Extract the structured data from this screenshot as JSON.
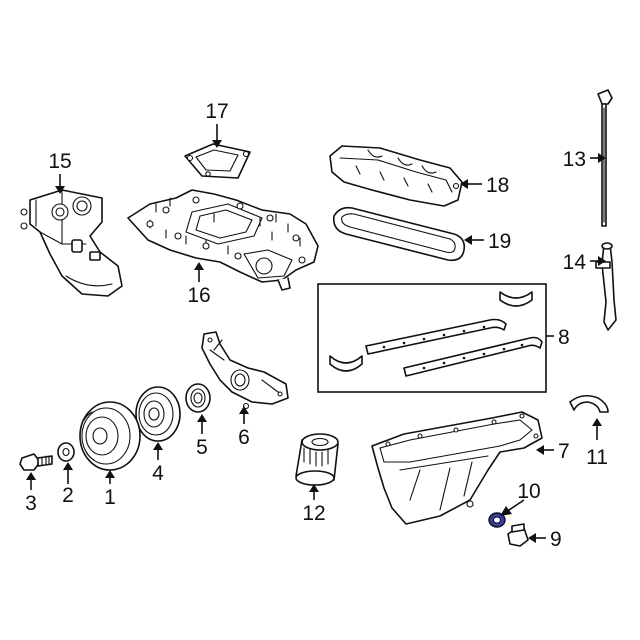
{
  "colors": {
    "line": "#111111",
    "background": "#ffffff",
    "highlight": "#2f3fa8"
  },
  "callouts": {
    "c1": "1",
    "c2": "2",
    "c3": "3",
    "c4": "4",
    "c5": "5",
    "c6": "6",
    "c7": "7",
    "c8": "8",
    "c9": "9",
    "c10": "10",
    "c11": "11",
    "c12": "12",
    "c13": "13",
    "c14": "14",
    "c15": "15",
    "c16": "16",
    "c17": "17",
    "c18": "18",
    "c19": "19"
  }
}
